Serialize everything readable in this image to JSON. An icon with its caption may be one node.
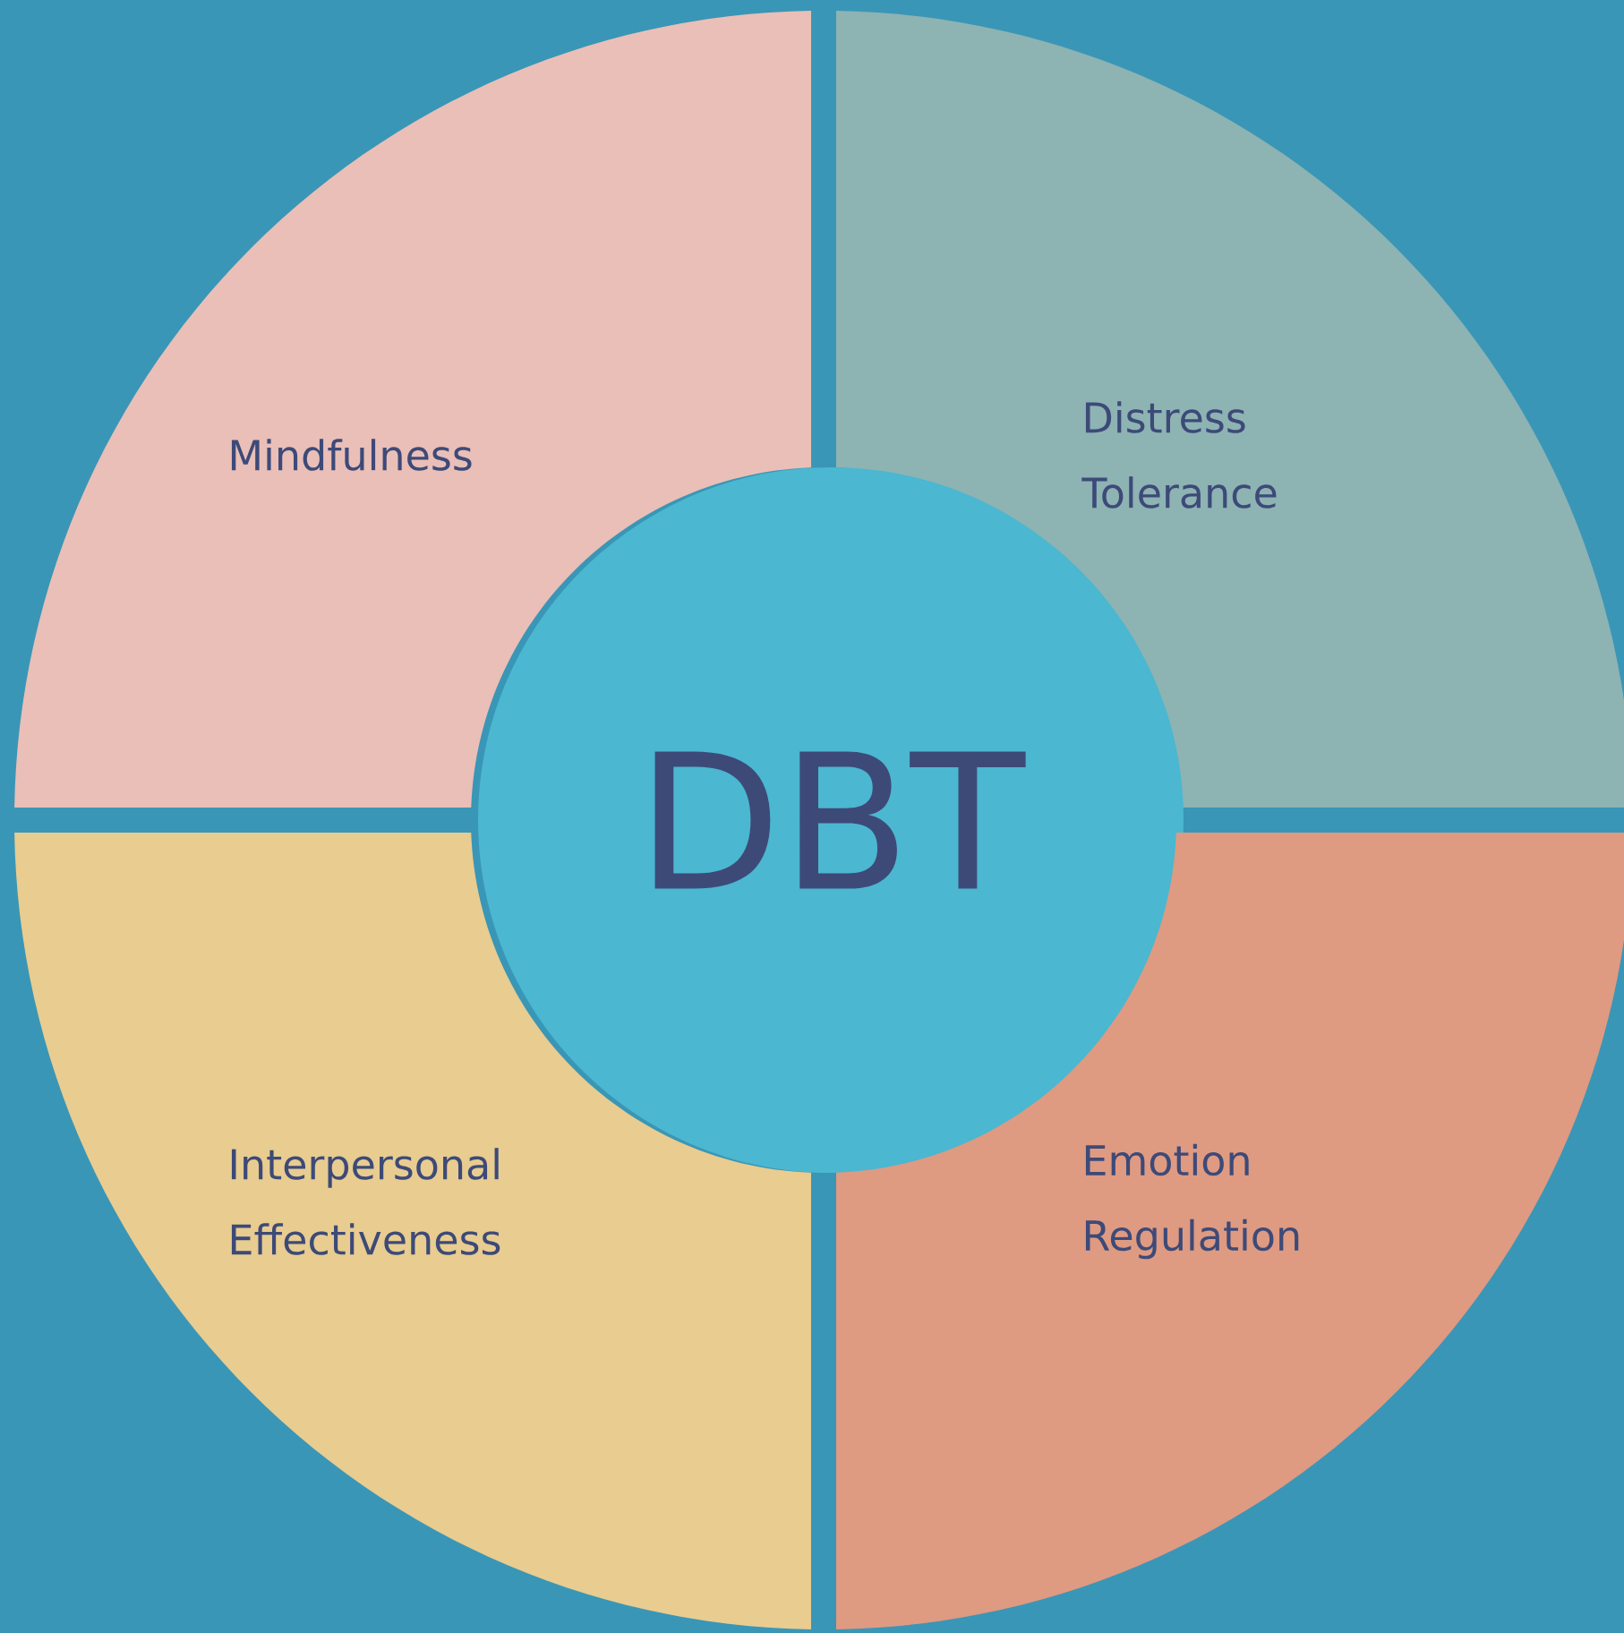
{
  "diagram": {
    "nodes": [
      {
        "text": [
          "Mindfulness"
        ]
      },
      {
        "text": [
          "Distress Tolerance"
        ]
      },
      {
        "text": [
          "DBT"
        ]
      },
      {
        "text": [
          "Interpersonal Effectiveness"
        ]
      },
      {
        "text": [
          "Emotion Regulation"
        ]
      }
    ]
  }
}
